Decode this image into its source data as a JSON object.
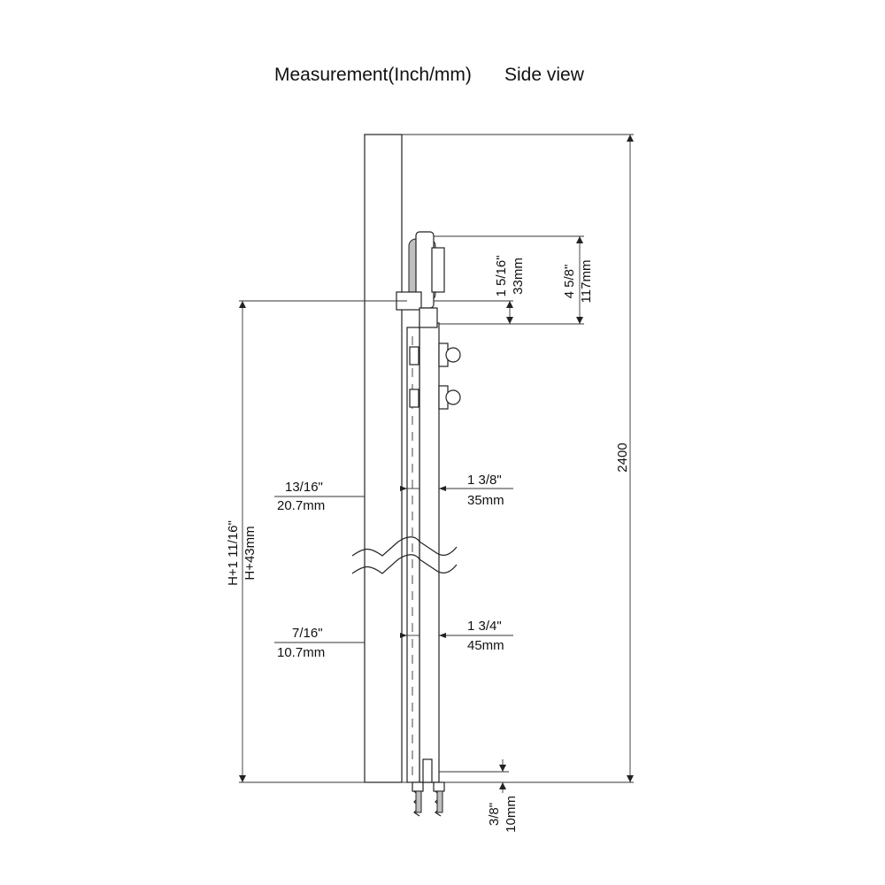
{
  "title": {
    "measurement": "Measurement(Inch/mm)",
    "view": "Side view"
  },
  "dimensions": {
    "total_height": "2400",
    "wheel_top_inch": "4 5/8\"",
    "wheel_top_mm": "117mm",
    "wheel_gap_inch": "1 5/16\"",
    "wheel_gap_mm": "33mm",
    "height_inch": "H+1 11/16\"",
    "height_mm": "H+43mm",
    "upper_offset_inch": "13/16\"",
    "upper_offset_mm": "20.7mm",
    "upper_thickness_inch": "1 3/8\"",
    "upper_thickness_mm": "35mm",
    "lower_offset_inch": "7/16\"",
    "lower_offset_mm": "10.7mm",
    "lower_thickness_inch": "1 3/4\"",
    "lower_thickness_mm": "45mm",
    "floor_gap_inch": "3/8\"",
    "floor_gap_mm": "10mm"
  },
  "colors": {
    "line": "#222222",
    "background": "#ffffff"
  }
}
